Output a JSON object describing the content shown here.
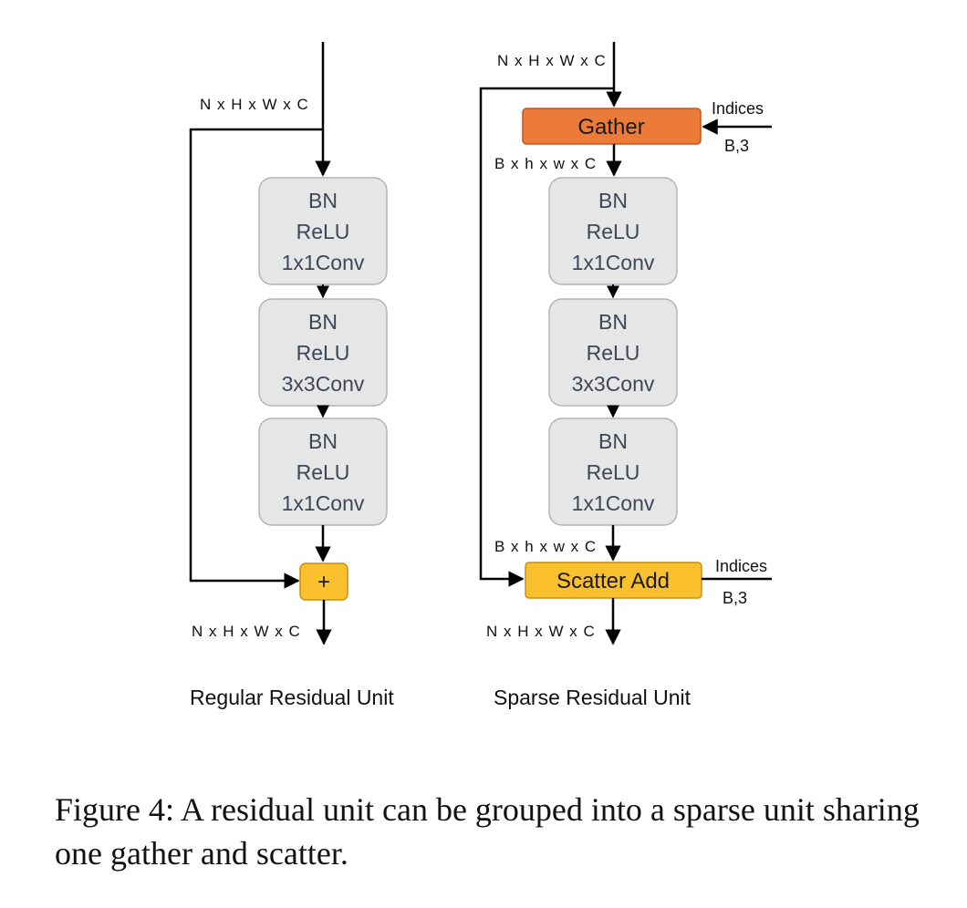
{
  "regular_unit": {
    "input_dim": "N x H x W x C",
    "output_dim": "N x H x W x C",
    "blocks": [
      [
        "BN",
        "ReLU",
        "1x1Conv"
      ],
      [
        "BN",
        "ReLU",
        "3x3Conv"
      ],
      [
        "BN",
        "ReLU",
        "1x1Conv"
      ]
    ],
    "add_symbol": "+",
    "title": "Regular Residual Unit"
  },
  "sparse_unit": {
    "input_dim": "N x H x W x C",
    "gather_label": "Gather",
    "gather_indices_label": "Indices",
    "gather_indices_shape": "B,3",
    "gathered_dim": "B x h x w x C",
    "blocks": [
      [
        "BN",
        "ReLU",
        "1x1Conv"
      ],
      [
        "BN",
        "ReLU",
        "3x3Conv"
      ],
      [
        "BN",
        "ReLU",
        "1x1Conv"
      ]
    ],
    "pre_scatter_dim": "B x h x w x C",
    "scatter_label": "Scatter Add",
    "scatter_indices_label": "Indices",
    "scatter_indices_shape": "B,3",
    "output_dim": "N x H x W x C",
    "title": "Sparse Residual Unit"
  },
  "caption": "Figure 4: A residual unit can be grouped into a sparse unit sharing one gather and scatter.",
  "colors": {
    "block_fill": "#e6e6e6",
    "block_stroke": "#b3b3b3",
    "block_text": "#3e4756",
    "gather_fill": "#ec7b3a",
    "scatter_fill": "#fbc02d",
    "line": "#000000"
  }
}
